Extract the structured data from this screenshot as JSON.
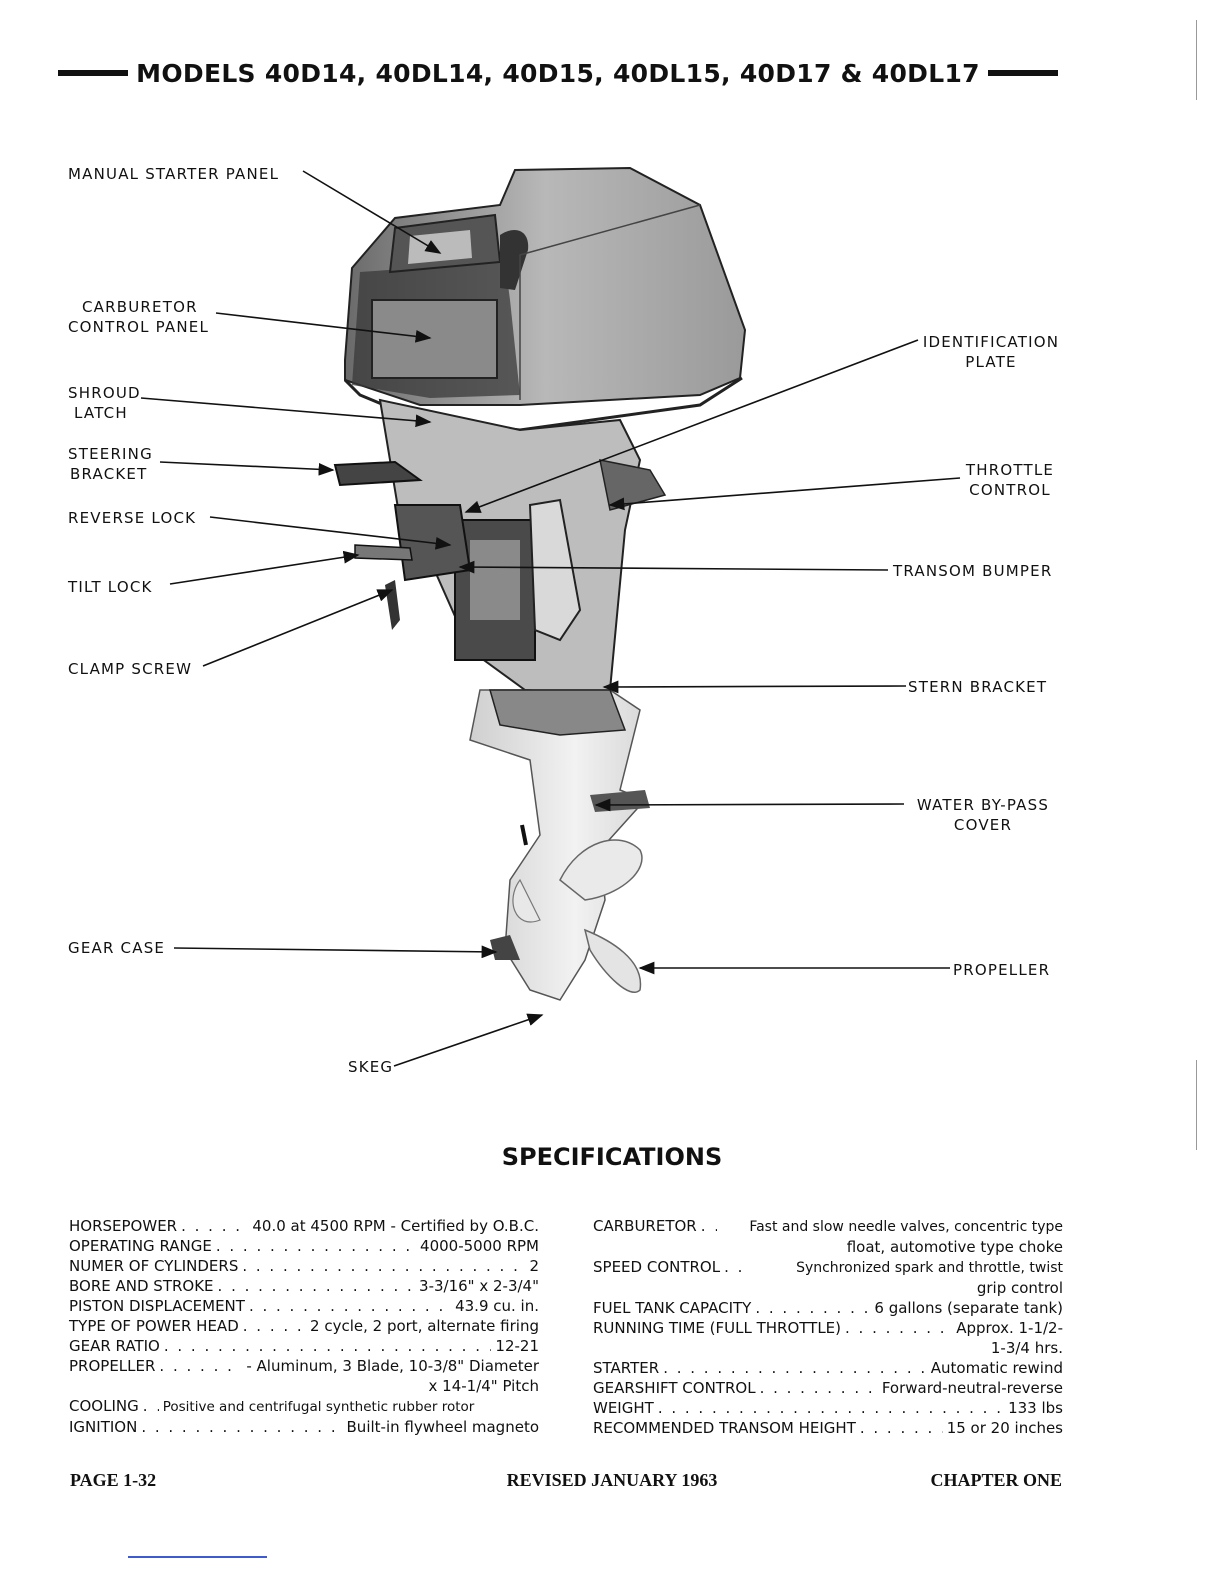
{
  "header": {
    "title": "MODELS 40D14, 40DL14, 40D15, 40DL15, 40D17 & 40DL17"
  },
  "labels": {
    "manual_starter_panel": "MANUAL STARTER PANEL",
    "carburetor_control_panel": [
      "CARBURETOR",
      "CONTROL PANEL"
    ],
    "shroud_latch": [
      "SHROUD",
      "LATCH"
    ],
    "steering_bracket": [
      "STEERING",
      "BRACKET"
    ],
    "reverse_lock": "REVERSE LOCK",
    "tilt_lock": "TILT LOCK",
    "clamp_screw": "CLAMP SCREW",
    "gear_case": "GEAR CASE",
    "skeg": "SKEG",
    "identification_plate": [
      "IDENTIFICATION",
      "PLATE"
    ],
    "throttle_control": [
      "THROTTLE",
      "CONTROL"
    ],
    "transom_bumper": "TRANSOM BUMPER",
    "stern_bracket": "STERN BRACKET",
    "water_bypass_cover": [
      "WATER BY-PASS",
      "COVER"
    ],
    "propeller": "PROPELLER"
  },
  "specs_title": "SPECIFICATIONS",
  "specs_left": [
    {
      "key": "HORSEPOWER",
      "value": "40.0 at 4500 RPM - Certified by O.B.C."
    },
    {
      "key": "OPERATING RANGE",
      "value": "4000-5000 RPM"
    },
    {
      "key": "NUMER OF CYLINDERS",
      "value": "2"
    },
    {
      "key": "BORE AND STROKE",
      "value": "3-3/16\" x 2-3/4\""
    },
    {
      "key": "PISTON DISPLACEMENT",
      "value": "43.9 cu. in."
    },
    {
      "key": "TYPE OF POWER HEAD",
      "value": "2 cycle, 2 port, alternate firing"
    },
    {
      "key": "GEAR RATIO",
      "value": "12-21"
    },
    {
      "key": "PROPELLER",
      "value": "- Aluminum, 3 Blade, 10-3/8\" Diameter",
      "cont": "x 14-1/4\" Pitch"
    },
    {
      "key": "COOLING",
      "value": "Positive and centrifugal synthetic rubber rotor"
    },
    {
      "key": "IGNITION",
      "value": "Built-in flywheel magneto"
    }
  ],
  "specs_right": [
    {
      "key": "CARBURETOR",
      "value": "Fast and slow needle valves, concentric type",
      "cont": "float, automotive type choke"
    },
    {
      "key": "SPEED CONTROL",
      "value": "Synchronized spark and throttle, twist",
      "cont": "grip control"
    },
    {
      "key": "FUEL TANK CAPACITY",
      "value": "6 gallons (separate tank)"
    },
    {
      "key": "RUNNING TIME (FULL THROTTLE)",
      "value": "Approx. 1-1/2-",
      "cont": "1-3/4 hrs."
    },
    {
      "key": "STARTER",
      "value": "Automatic rewind"
    },
    {
      "key": "GEARSHIFT CONTROL",
      "value": "Forward-neutral-reverse"
    },
    {
      "key": "WEIGHT",
      "value": "133 lbs"
    },
    {
      "key": "RECOMMENDED TRANSOM HEIGHT",
      "value": "15 or 20 inches"
    }
  ],
  "footer": {
    "page": "PAGE 1-32",
    "revised": "REVISED JANUARY 1963",
    "chapter": "CHAPTER ONE"
  }
}
